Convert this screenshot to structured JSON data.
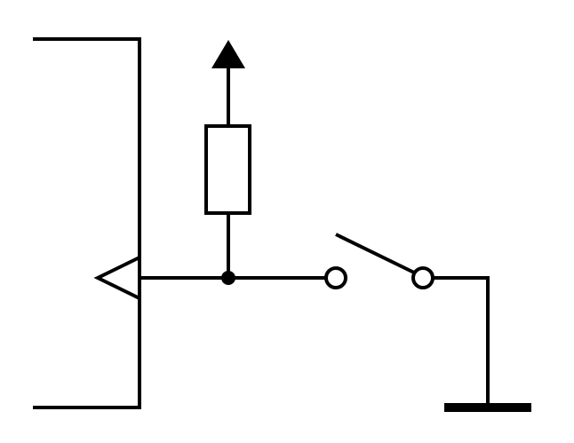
{
  "diagram": {
    "type": "circuit-schematic",
    "description_components": [
      {
        "name": "input-pin-body",
        "symbol": "ic-pin-bracket"
      },
      {
        "name": "input-marker",
        "symbol": "triangle-inward"
      },
      {
        "name": "pull-up-resistor",
        "symbol": "rectangle-resistor"
      },
      {
        "name": "supply-arrow",
        "symbol": "arrow-up"
      },
      {
        "name": "junction",
        "symbol": "dot"
      },
      {
        "name": "switch",
        "symbol": "spst-open"
      },
      {
        "name": "ground",
        "symbol": "ground-bar"
      }
    ],
    "switch_state": "open"
  },
  "colors": {
    "stroke": "#000000",
    "background": "#ffffff"
  }
}
